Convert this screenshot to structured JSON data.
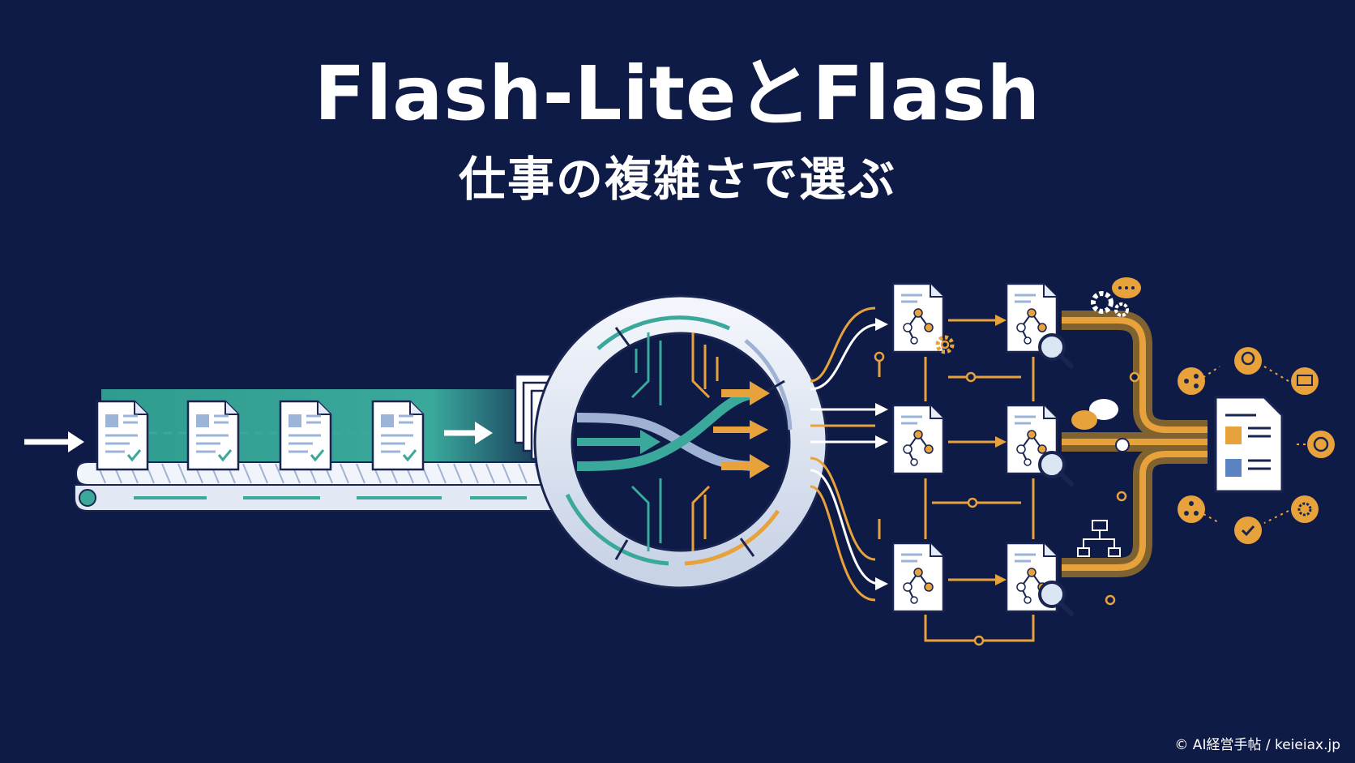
{
  "header": {
    "title": "Flash-LiteとFlash",
    "subtitle": "仕事の複雑さで選ぶ"
  },
  "footer": {
    "credit": "© AI経営手帖 / keieiax.jp"
  },
  "colors": {
    "background": "#0f1b47",
    "teal": "#3aa89b",
    "orange": "#e8a23c",
    "doc_fill": "#ffffff",
    "doc_line": "#1a2450",
    "doc_accent": "#9bb4d8"
  },
  "icons": [
    "arrow-right-icon",
    "document-check-icon",
    "conveyor-belt-icon",
    "router-ring-icon",
    "document-tree-icon",
    "magnifier-icon",
    "gear-icon",
    "chat-icon",
    "brain-icon",
    "head-icon",
    "hierarchy-icon",
    "final-report-icon"
  ]
}
